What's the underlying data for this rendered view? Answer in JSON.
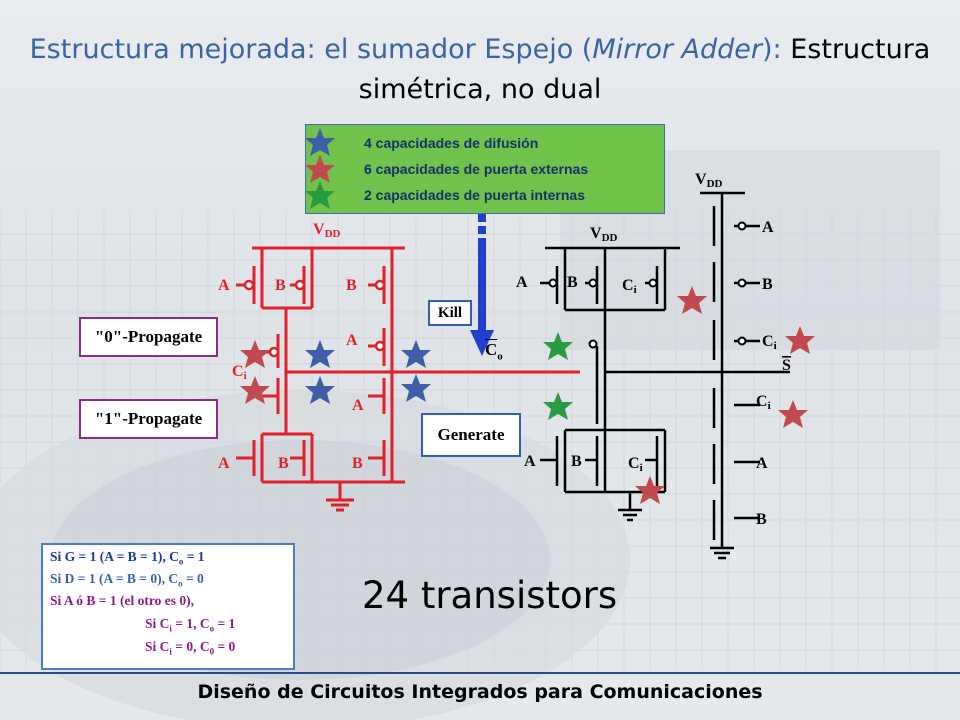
{
  "title": {
    "part1": "Estructura mejorada: el sumador Espejo (",
    "italic": "Mirror Adder",
    "part2": "): ",
    "part3": "Estructura",
    "line2": "simétrica, no dual"
  },
  "legend": {
    "diffusion": "4 capacidades de difusión",
    "external": "6 capacidades de puerta externas",
    "internal": "2 capacidades de puerta internas",
    "colors": {
      "blue_star": "#3d5fa8",
      "red_star": "#c2494d",
      "green_star": "#2a9a44"
    }
  },
  "circuit": {
    "vdd": "VDD",
    "vdd_main": "V",
    "vdd_sub": "DD",
    "A": "A",
    "B": "B",
    "C": "C",
    "i": "i",
    "propagate0": "\"0\"-Propagate",
    "propagate1": "\"1\"-Propagate",
    "kill": "Kill",
    "generate": "Generate",
    "co": "C",
    "co_sub": "o",
    "s": "S",
    "colors": {
      "red_wire": "#e1202a",
      "black_wire": "#000000",
      "blue_arrow": "#1f3fcc"
    }
  },
  "conditions": {
    "line1": "Si G = 1 (A = B = 1), C",
    "line1_sub": "o",
    "line1_end": " = 1",
    "line2": "Si D = 1 (A = B = 0), C",
    "line2_sub": "o",
    "line2_end": " = 0",
    "line3": "Si A ó B = 1 (el otro es 0),",
    "line4": "Si C",
    "line4_sub": "i",
    "line4_mid": " = 1, C",
    "line4_sub2": "o",
    "line4_end": " = 1",
    "line5": "Si C",
    "line5_sub": "i",
    "line5_mid": " = 0, C",
    "line5_sub2": "0",
    "line5_end": " = 0",
    "colors": {
      "g_line": "#1d3a9a",
      "d_line": "#3a5fb0",
      "prop_line": "#8a1c8a"
    }
  },
  "transistor_count": "24 transistors",
  "footer": "Diseño de Circuitos Integrados  para Comunicaciones"
}
